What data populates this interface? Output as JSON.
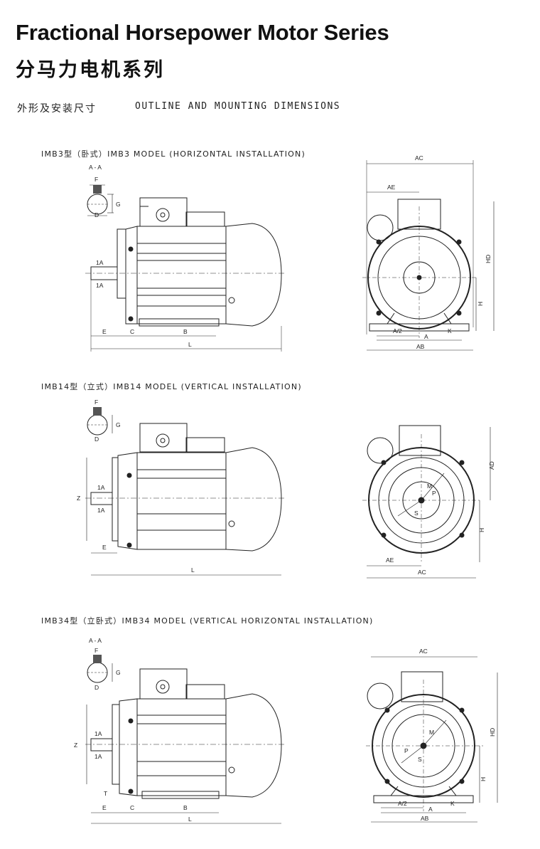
{
  "header": {
    "title_en": "Fractional Horsepower Motor Series",
    "title_cn": "分马力电机系列",
    "subtitle_cn": "外形及安装尺寸",
    "subtitle_en": "OUTLINE AND MOUNTING DIMENSIONS"
  },
  "sections": [
    {
      "title": "IMB3型（卧式）IMB3 MODEL (HORIZONTAL INSTALLATION)",
      "section_label": "A - A",
      "side_labels": {
        "F": "F",
        "G": "G",
        "D": "D",
        "1A_top": "1A",
        "1A_bottom": "1A",
        "E": "E",
        "C": "C",
        "B": "B",
        "L": "L"
      },
      "front_labels": {
        "AC": "AC",
        "AE": "AE",
        "HD": "HD",
        "H": "H",
        "A2": "A/2",
        "A": "A",
        "K": "K",
        "AB": "AB"
      }
    },
    {
      "title": "IMB14型（立式）IMB14 MODEL (VERTICAL INSTALLATION)",
      "side_labels": {
        "F": "F",
        "G": "G",
        "D": "D",
        "Z": "Z",
        "1A_top": "1A",
        "1A_bottom": "1A",
        "E": "E",
        "L": "L"
      },
      "front_labels": {
        "AD": "AD",
        "H": "H",
        "AE": "AE",
        "AC": "AC",
        "M": "M",
        "P": "P",
        "S": "S"
      }
    },
    {
      "title": "IMB34型（立卧式）IMB34 MODEL (VERTICAL HORIZONTAL INSTALLATION)",
      "section_label": "A - A",
      "side_labels": {
        "F": "F",
        "G": "G",
        "D": "D",
        "Z": "Z",
        "1A_top": "1A",
        "1A_bottom": "1A",
        "T": "T",
        "E": "E",
        "C": "C",
        "B": "B",
        "L": "L"
      },
      "front_labels": {
        "AC": "AC",
        "HD": "HD",
        "H": "H",
        "A2": "A/2",
        "A": "A",
        "K": "K",
        "AB": "AB",
        "M": "M",
        "P": "P",
        "S": "S"
      }
    }
  ]
}
